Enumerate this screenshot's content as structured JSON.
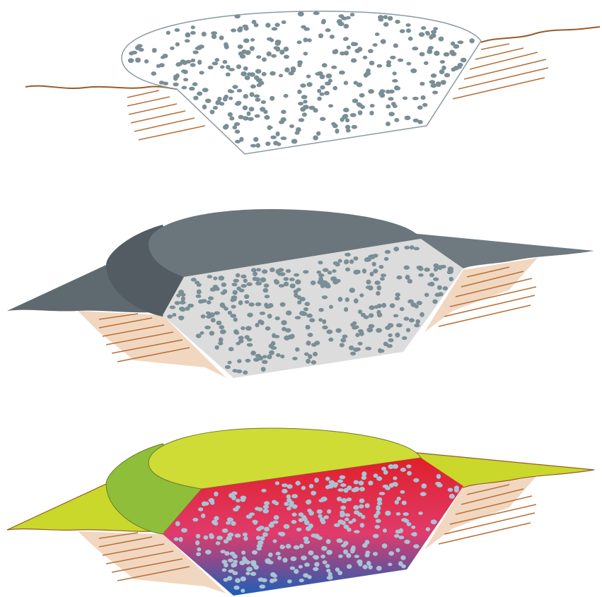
{
  "panels": [
    {
      "id": "top",
      "style": "outline"
    },
    {
      "id": "middle",
      "style": "gray-shaded"
    },
    {
      "id": "bottom",
      "style": "colored-gradient"
    }
  ],
  "colors": {
    "background": "#ffffff",
    "ground_line": "#9a5a2a",
    "hatch": "#b8703a",
    "soil_fill": "#efd3b8",
    "particle_gray": "#7a8e96",
    "particle_light_blue": "#a8c4d4",
    "core_light": "#f4f4f4",
    "core_gray": "#dcdcdc",
    "cap_dark": "#5f6a70",
    "cap_darker": "#525c62",
    "cap_mid": "#6f7a80",
    "cap_lime": "#c9d82b",
    "cap_lime_side": "#8fbf3a",
    "gradient_top": "#e0202a",
    "gradient_middle": "#e03b6b",
    "gradient_bottom": "#1a5fb8"
  }
}
